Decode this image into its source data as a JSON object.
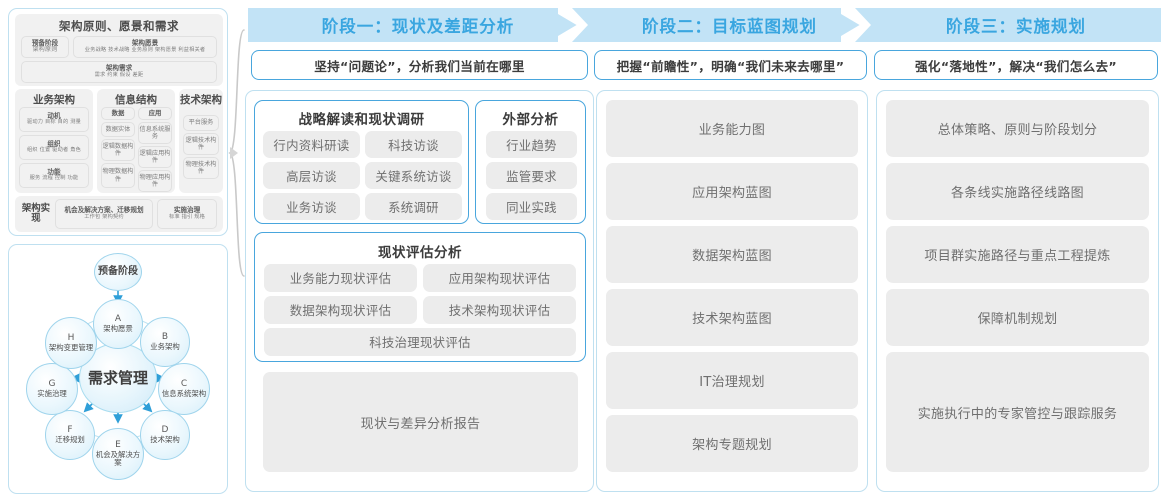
{
  "left_panel": {
    "togaf_framework": {
      "section_principles": {
        "title": "架构原则、愿景和需求",
        "cells": [
          {
            "title": "预备阶段",
            "sub": "架构原则"
          },
          {
            "title": "架构愿景",
            "sub": "业务战略 技术战略 业务原则 架构愿景 利益相关者"
          },
          {
            "title": "架构需求",
            "sub": "需求   约束   假设   差距"
          }
        ]
      },
      "pillars": [
        {
          "title": "业务架构",
          "columns": [
            {
              "cells": [
                {
                  "title": "动机",
                  "sub": "驱动力 目标 目的 测量"
                },
                {
                  "title": "组织",
                  "sub": "组织 位置 驱动者 角色"
                },
                {
                  "title": "功能",
                  "sub": "服务 流程 控制 功能"
                }
              ]
            }
          ]
        },
        {
          "title": "信息结构",
          "columns": [
            {
              "cells": [
                {
                  "title": "数据",
                  "sub": ""
                },
                {
                  "title": "数据实体",
                  "sub": ""
                },
                {
                  "title": "逻辑数据构件",
                  "sub": ""
                },
                {
                  "title": "物理数据构件",
                  "sub": ""
                }
              ]
            },
            {
              "cells": [
                {
                  "title": "应用",
                  "sub": ""
                },
                {
                  "title": "信息系统服务",
                  "sub": ""
                },
                {
                  "title": "逻辑应用构件",
                  "sub": ""
                },
                {
                  "title": "物理应用构件",
                  "sub": ""
                }
              ]
            }
          ]
        },
        {
          "title": "技术架构",
          "columns": [
            {
              "cells": [
                {
                  "title": "平台服务",
                  "sub": ""
                },
                {
                  "title": "逻辑技术构件",
                  "sub": ""
                },
                {
                  "title": "物理技术构件",
                  "sub": ""
                }
              ]
            }
          ]
        }
      ],
      "section_realization": {
        "label": "架构实现",
        "cells": [
          {
            "title": "机会及解决方案、迁移规划",
            "sub": "工作包   架构契约"
          },
          {
            "title": "实施治理",
            "sub": "标准   指引   规格"
          }
        ]
      }
    },
    "adm_cycle": {
      "prep": {
        "label": "预备阶段"
      },
      "center": {
        "label": "需求管理"
      },
      "phases": [
        {
          "letter": "A",
          "name": "架构愿景"
        },
        {
          "letter": "B",
          "name": "业务架构"
        },
        {
          "letter": "C",
          "name": "信息系统架构"
        },
        {
          "letter": "D",
          "name": "技术架构"
        },
        {
          "letter": "E",
          "name": "机会及解决方案"
        },
        {
          "letter": "F",
          "name": "迁移规划"
        },
        {
          "letter": "G",
          "name": "实施治理"
        },
        {
          "letter": "H",
          "name": "架构变更管理"
        }
      ]
    }
  },
  "phases": [
    {
      "banner": "阶段一：现状及差距分析",
      "subtitle": "坚持“问题论”，分析我们当前在哪里",
      "groups": [
        {
          "title": "战略解读和现状调研",
          "tiles": [
            "行内资料研读",
            "科技访谈",
            "高层访谈",
            "关键系统访谈",
            "业务访谈",
            "系统调研"
          ]
        },
        {
          "title": "外部分析",
          "tiles": [
            "行业趋势",
            "监管要求",
            "同业实践"
          ]
        },
        {
          "title": "现状评估分析",
          "tiles": [
            "业务能力现状评估",
            "应用架构现状评估",
            "数据架构现状评估",
            "技术架构现状评估",
            "科技治理现状评估"
          ]
        }
      ],
      "output": "现状与差异分析报告"
    },
    {
      "banner": "阶段二：目标蓝图规划",
      "subtitle": "把握“前瞻性”，明确“我们未来去哪里”",
      "tiles": [
        "业务能力图",
        "应用架构蓝图",
        "数据架构蓝图",
        "技术架构蓝图",
        "IT治理规划",
        "架构专题规划"
      ]
    },
    {
      "banner": "阶段三：实施规划",
      "subtitle": "强化“落地性”，解决“我们怎么去”",
      "tiles": [
        "总体策略、原则与阶段划分",
        "各条线实施路径线路图",
        "项目群实施路径与重点工程提炼",
        "保障机制规划",
        "实施执行中的专家管控与跟踪服务"
      ]
    }
  ],
  "colors": {
    "banner_bg": "#c2e3f6",
    "banner_text": "#3aa6e0",
    "accent_border": "#49a6dd",
    "panel_border": "#bfe0f0",
    "tile_bg": "#ececec",
    "node_border": "#9fd4ec"
  }
}
